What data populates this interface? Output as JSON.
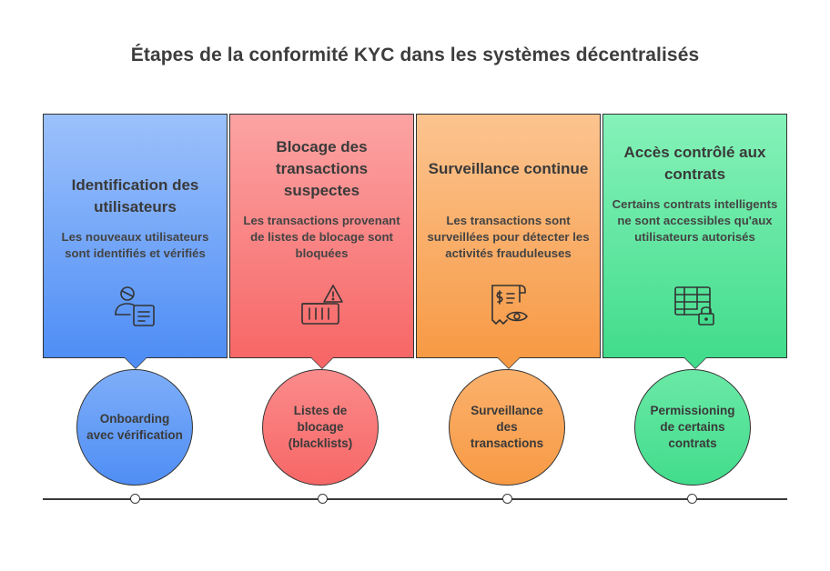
{
  "title": "Étapes de la conformité KYC dans les systèmes décentralisés",
  "steps": [
    {
      "title": "Identification des utilisateurs",
      "description": "Les nouveaux utilisateurs sont identifiés et vérifiés",
      "icon": "user-document-icon",
      "circle_label": "Onboarding avec vérification",
      "color_top": "#9cc1fb",
      "color_bottom": "#4f8ef5"
    },
    {
      "title": "Blocage des transactions suspectes",
      "description": "Les transactions provenant de listes de blocage sont bloquées",
      "icon": "blocked-list-warning-icon",
      "circle_label": "Listes de blocage (blacklists)",
      "color_top": "#fca3a3",
      "color_bottom": "#f76767"
    },
    {
      "title": "Surveillance continue",
      "description": "Les transactions sont surveillées pour détecter les activités frauduleuses",
      "icon": "receipt-eye-icon",
      "circle_label": "Surveillance des transactions",
      "color_top": "#fcc490",
      "color_bottom": "#f79a45"
    },
    {
      "title": "Accès contrôlé aux contrats",
      "description": "Certains contrats intelligents ne sont accessibles qu'aux utilisateurs autorisés",
      "icon": "table-lock-icon",
      "circle_label": "Permissioning de certains contrats",
      "color_top": "#86f2b9",
      "color_bottom": "#42dc8c"
    }
  ]
}
